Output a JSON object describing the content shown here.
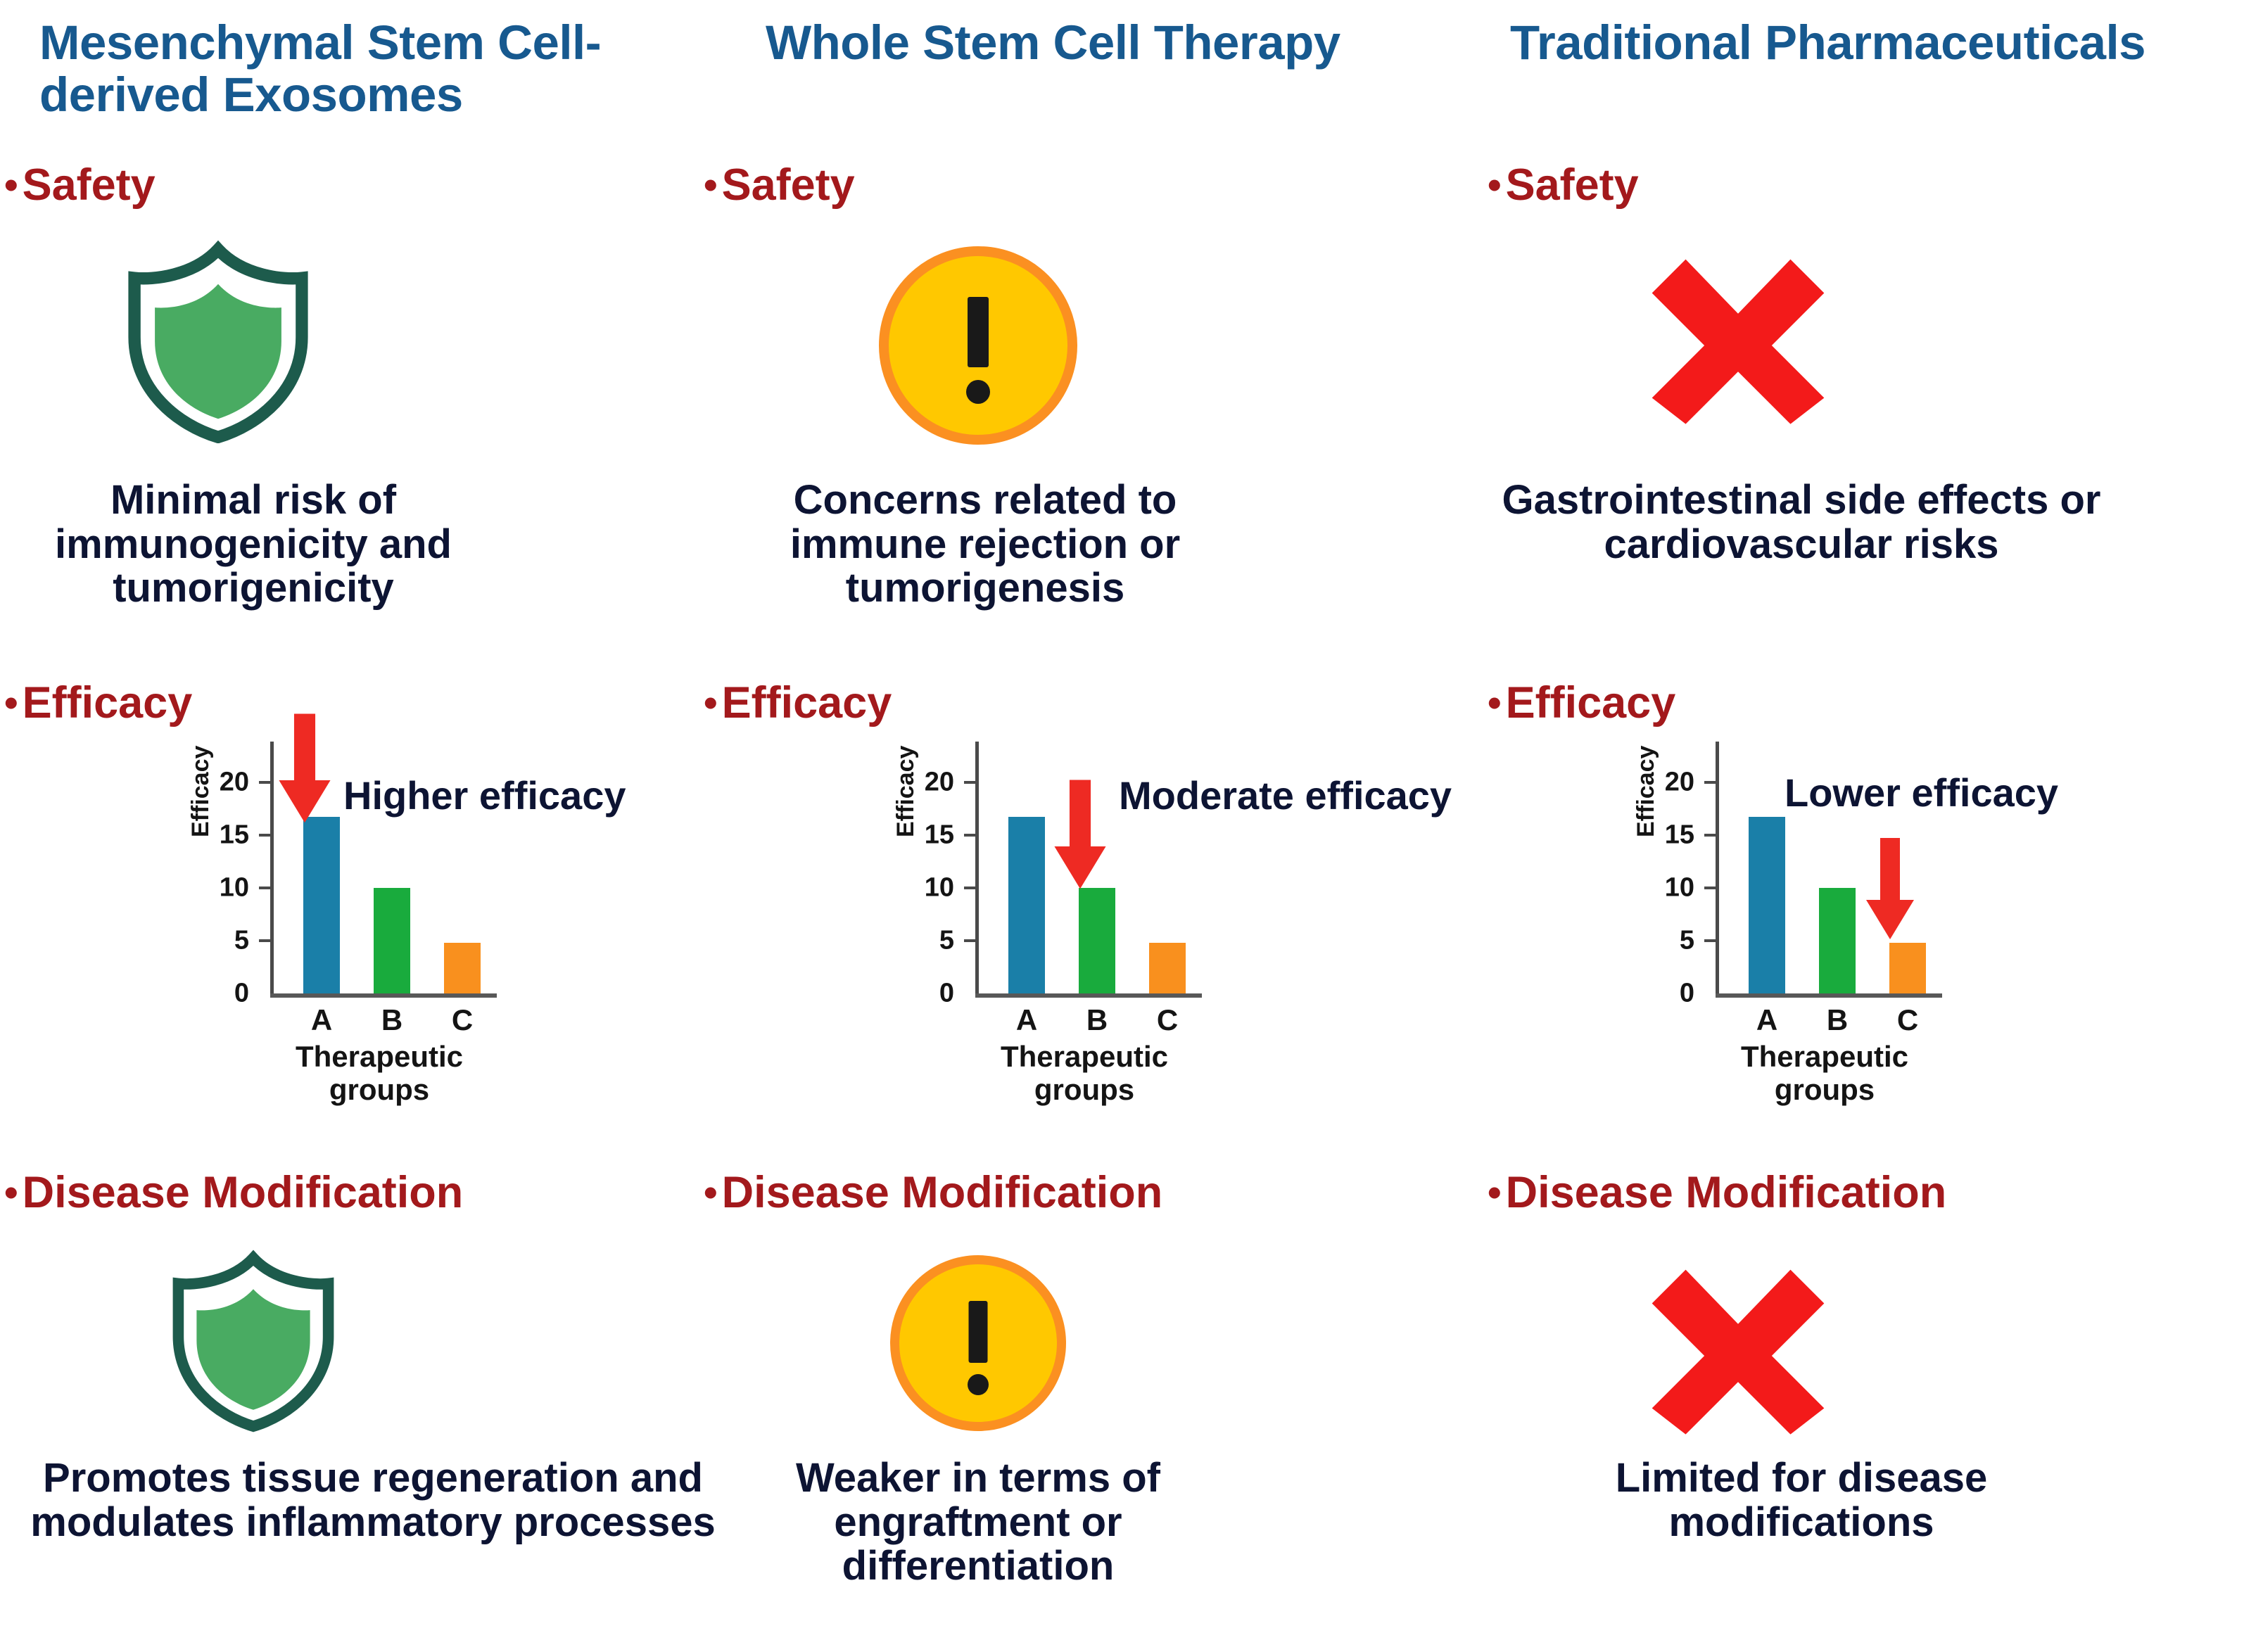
{
  "columns": [
    {
      "title": "Mesenchymal  Stem Cell- derived Exosomes",
      "safety": {
        "label": "Safety",
        "icon": "shield-icon",
        "text": "Minimal risk of immunogenicity and tumorigenicity"
      },
      "efficacy": {
        "label": "Efficacy",
        "callout": "Higher efficacy",
        "arrow_target": "A"
      },
      "disease_modification": {
        "label": "Disease Modification",
        "icon": "shield-icon",
        "text": "Promotes tissue regeneration and modulates inflammatory processes"
      }
    },
    {
      "title": "Whole Stem Cell Therapy",
      "safety": {
        "label": "Safety",
        "icon": "warning-circle-icon",
        "text": "Concerns related to immune rejection or tumorigenesis"
      },
      "efficacy": {
        "label": "Efficacy",
        "callout": "Moderate efficacy",
        "arrow_target": "B"
      },
      "disease_modification": {
        "label": "Disease Modification",
        "icon": "warning-circle-icon",
        "text": "Weaker in terms of engraftment or differentiation"
      }
    },
    {
      "title": "Traditional Pharmaceuticals",
      "safety": {
        "label": "Safety",
        "icon": "red-x-icon",
        "text": "Gastrointestinal side effects or cardiovascular risks"
      },
      "efficacy": {
        "label": "Efficacy",
        "callout": "Lower efficacy",
        "arrow_target": "C"
      },
      "disease_modification": {
        "label": "Disease Modification",
        "icon": "red-x-icon",
        "text": "Limited for disease modifications"
      }
    }
  ],
  "bullet_glyph": "•",
  "warning_glyph": "!",
  "colors": {
    "title_blue": "#17598f",
    "section_red": "#a3191c",
    "body_navy": "#0d1433",
    "bar_a": "#1a7fa8",
    "bar_b": "#19ab3d",
    "bar_c": "#f9901e",
    "arrow_red": "#ee2a23",
    "shield_outline": "#1d5b4c",
    "shield_fill": "#49ab62",
    "warning_fill": "#ffc800",
    "warning_ring": "#fb9021",
    "x_red": "#f31a1a"
  },
  "chart_data": {
    "type": "bar",
    "title": "",
    "categories": [
      "A",
      "B",
      "C"
    ],
    "values": [
      16.7,
      10,
      4.8
    ],
    "bar_colors": [
      "#1a7fa8",
      "#19ab3d",
      "#f9901e"
    ],
    "xlabel": "Therapeutic groups",
    "ylabel": "Efficacy",
    "ylim": [
      0,
      22
    ],
    "yticks": [
      0,
      5,
      10,
      15,
      20
    ],
    "ytick_labels": [
      "0",
      "5",
      "10",
      "15",
      "20"
    ],
    "grid": false,
    "legend": false,
    "annotations": [
      {
        "chart": 1,
        "text": "Higher efficacy",
        "arrow_points_to": "A"
      },
      {
        "chart": 2,
        "text": "Moderate efficacy",
        "arrow_points_to": "B"
      },
      {
        "chart": 3,
        "text": "Lower efficacy",
        "arrow_points_to": "C"
      }
    ]
  }
}
